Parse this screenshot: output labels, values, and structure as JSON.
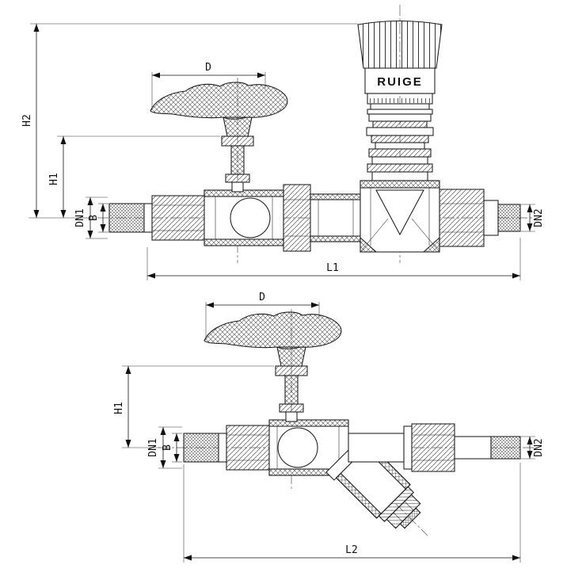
{
  "colors": {
    "background": "#ffffff",
    "line": "#1a1a1a"
  },
  "brand": "RUIGE",
  "top_view": {
    "dim_h2": "H2",
    "dim_h1": "H1",
    "dim_d": "D",
    "dim_dn1": "DN1",
    "dim_b": "B",
    "dim_dn2": "DN2",
    "dim_l1": "L1"
  },
  "bottom_view": {
    "dim_d": "D",
    "dim_h1": "H1",
    "dim_dn1": "DN1",
    "dim_b": "B",
    "dim_dn2": "DN2",
    "dim_l2": "L2"
  }
}
